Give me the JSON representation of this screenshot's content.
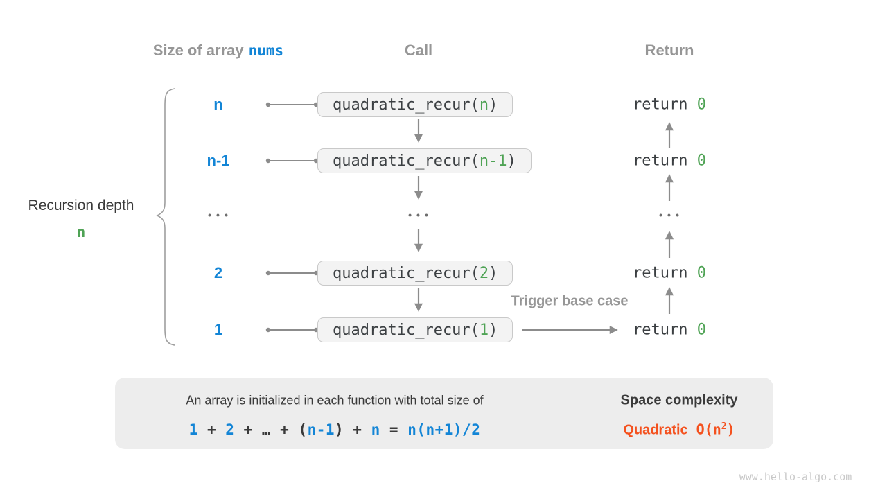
{
  "colors": {
    "blue": "#1385D6",
    "green": "#4FA355",
    "code": "#3B3F42",
    "dark": "#3A3A3A",
    "orange": "#F4511E",
    "gray": "#969696",
    "arrow": "#8C8C8C"
  },
  "headers": {
    "size_prefix": "Size of array",
    "size_code": "nums",
    "call": "Call",
    "return": "Return"
  },
  "depth_label": {
    "text": "Recursion depth",
    "value": "n"
  },
  "rows": [
    {
      "size": "n",
      "call": [
        {
          "t": "quadratic_recur(",
          "c": "code"
        },
        {
          "t": "n",
          "c": "green"
        },
        {
          "t": ")",
          "c": "code"
        }
      ],
      "ret": [
        {
          "t": "return ",
          "c": "code"
        },
        {
          "t": "0",
          "c": "green"
        }
      ]
    },
    {
      "size": "n-1",
      "call": [
        {
          "t": "quadratic_recur(",
          "c": "code"
        },
        {
          "t": "n-1",
          "c": "green"
        },
        {
          "t": ")",
          "c": "code"
        }
      ],
      "ret": [
        {
          "t": "return ",
          "c": "code"
        },
        {
          "t": "0",
          "c": "green"
        }
      ]
    },
    {
      "ellipsis": "•••"
    },
    {
      "size": "2",
      "call": [
        {
          "t": "quadratic_recur(",
          "c": "code"
        },
        {
          "t": "2",
          "c": "green"
        },
        {
          "t": ")",
          "c": "code"
        }
      ],
      "ret": [
        {
          "t": "return ",
          "c": "code"
        },
        {
          "t": "0",
          "c": "green"
        }
      ]
    },
    {
      "size": "1",
      "call": [
        {
          "t": "quadratic_recur(",
          "c": "code"
        },
        {
          "t": "1",
          "c": "green"
        },
        {
          "t": ")",
          "c": "code"
        }
      ],
      "ret": [
        {
          "t": "return ",
          "c": "code"
        },
        {
          "t": "0",
          "c": "green"
        }
      ]
    }
  ],
  "trigger_label": "Trigger base case",
  "summary": {
    "line1": "An array is initialized in each function with total size of",
    "formula": [
      {
        "t": "1",
        "c": "blue"
      },
      {
        "t": " + ",
        "c": "dark"
      },
      {
        "t": "2",
        "c": "blue"
      },
      {
        "t": " + … + ",
        "c": "dark"
      },
      {
        "t": "(",
        "c": "dark"
      },
      {
        "t": "n-1",
        "c": "blue"
      },
      {
        "t": ")",
        "c": "dark"
      },
      {
        "t": " + ",
        "c": "dark"
      },
      {
        "t": "n",
        "c": "blue"
      },
      {
        "t": " = ",
        "c": "dark"
      },
      {
        "t": "n(n+1)/2",
        "c": "blue"
      }
    ],
    "space_title": "Space complexity",
    "complexity_word": "Quadratic",
    "o_pre": "O(n",
    "o_sup": "2",
    "o_post": ")"
  },
  "watermark": "www.hello-algo.com"
}
